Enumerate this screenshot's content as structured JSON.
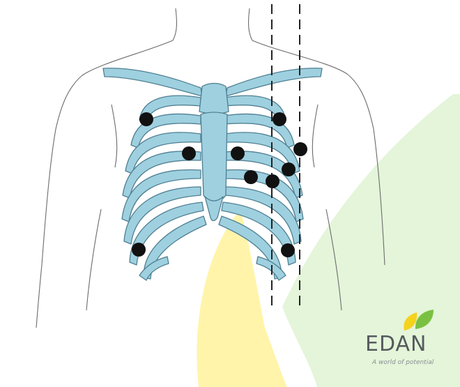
{
  "figure": {
    "subject": "12-lead ECG electrode placement on chest",
    "electrode_count": 10,
    "reference_lines": 2
  },
  "colors": {
    "ribcage_fill": "#9ed0df",
    "ribcage_stroke": "#4f7f92",
    "skin_outline": "#6b6b6b",
    "electrode": "#111111",
    "watermark_yellow": "#fff29a",
    "watermark_green": "#dff3d3",
    "logo_text": "#555a5e"
  },
  "icons": [
    "leaf-logo-icon"
  ],
  "logo": {
    "wordmark": "EDAN",
    "tagline": "A world of potential"
  }
}
